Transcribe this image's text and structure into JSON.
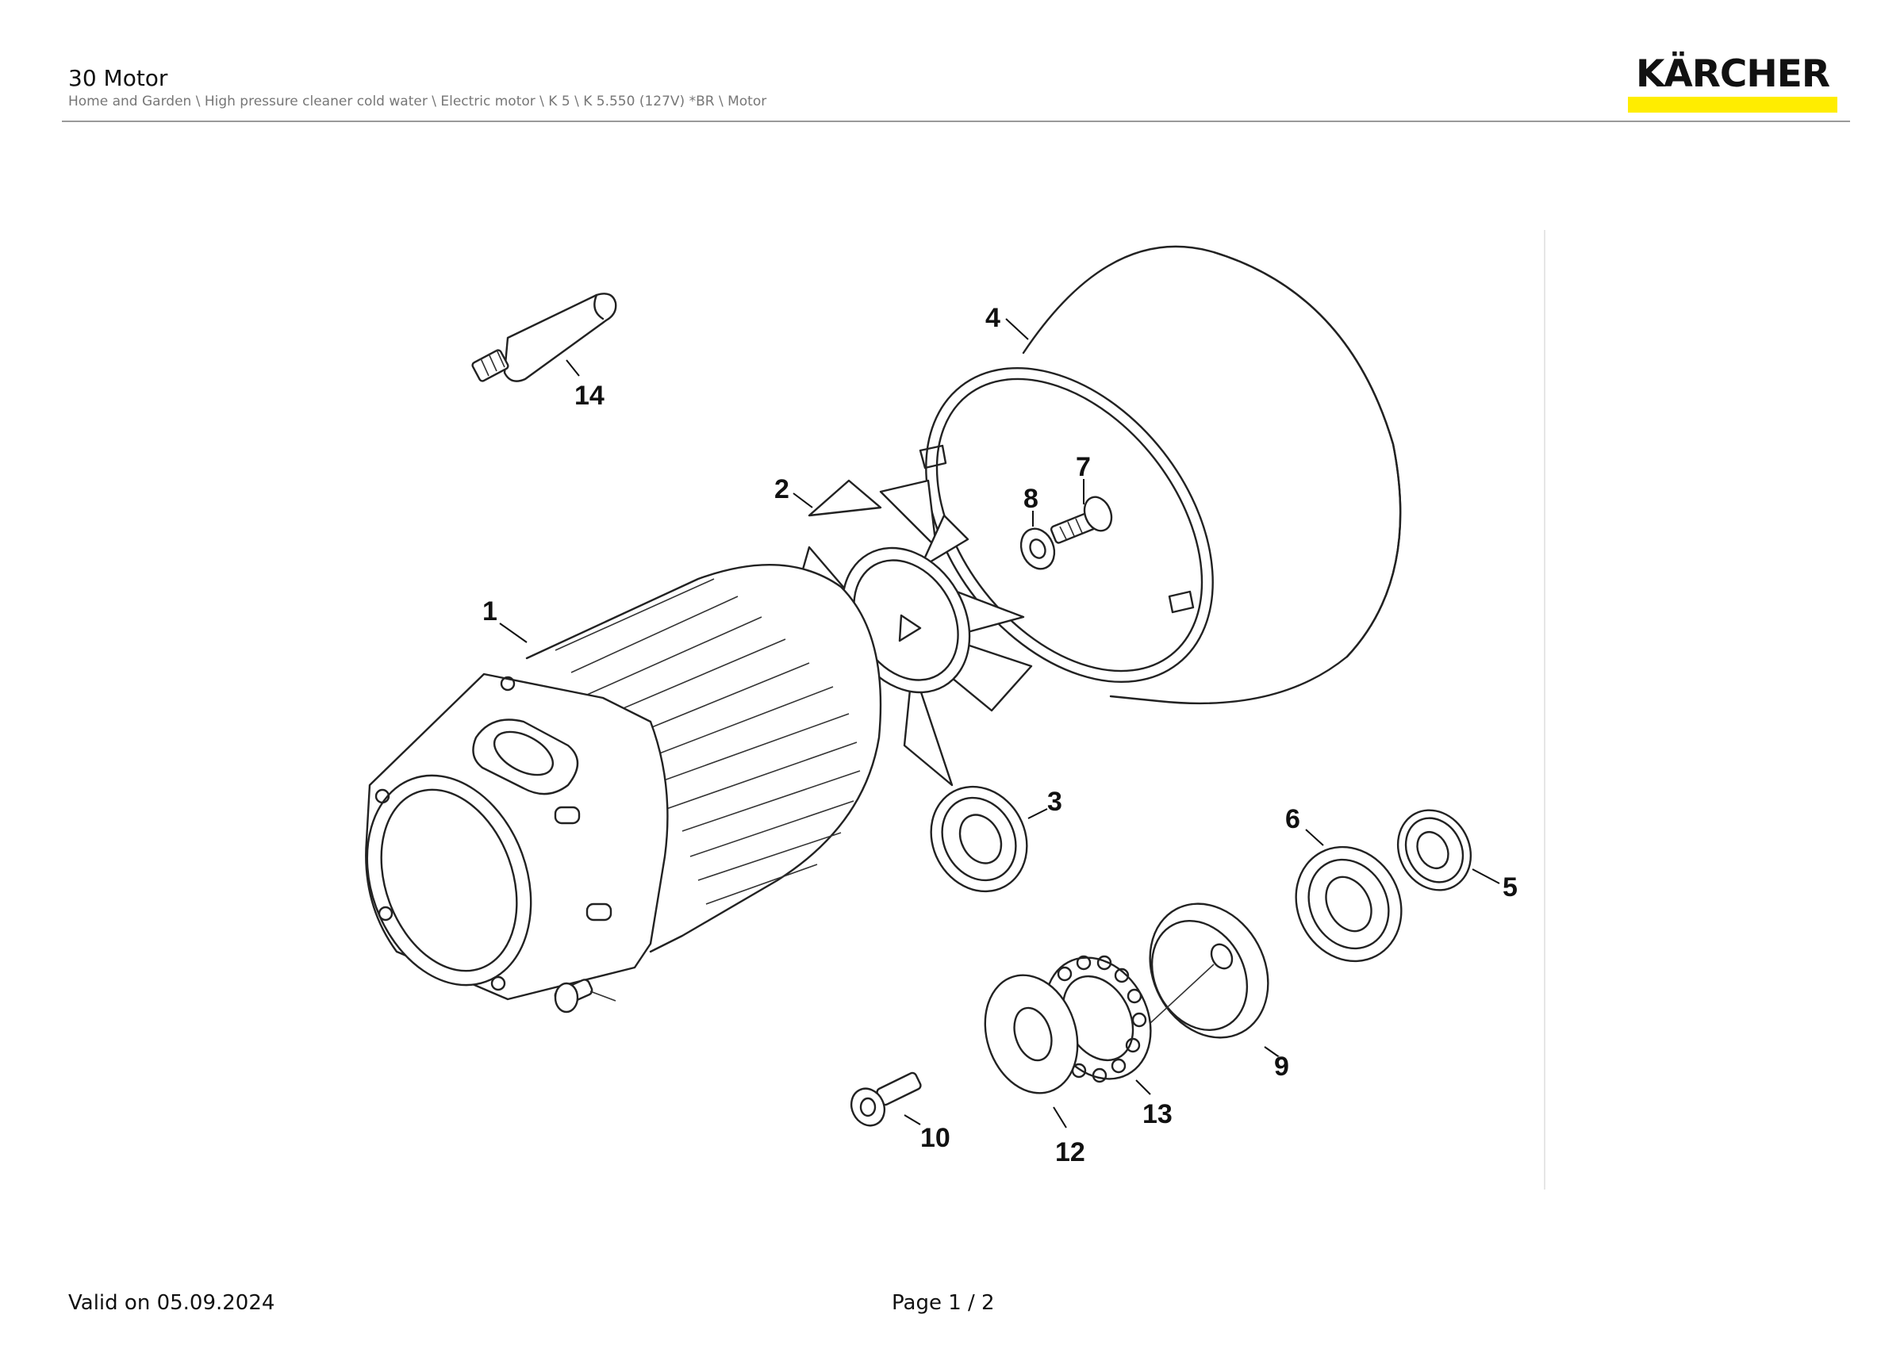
{
  "header": {
    "title": "30 Motor",
    "breadcrumb": "Home and Garden \\ High pressure cleaner cold water \\ Electric motor \\ K 5 \\ K 5.550 (127V) *BR \\ Motor",
    "logo_text": "KÄRCHER",
    "logo_bar_color": "#ffed00"
  },
  "diagram": {
    "callouts": {
      "c1": "1",
      "c2": "2",
      "c3": "3",
      "c4": "4",
      "c5": "5",
      "c6": "6",
      "c7": "7",
      "c8": "8",
      "c9": "9",
      "c10": "10",
      "c12": "12",
      "c13": "13",
      "c14": "14"
    }
  },
  "footer": {
    "valid": "Valid on 05.09.2024",
    "page": "Page 1 / 2"
  }
}
